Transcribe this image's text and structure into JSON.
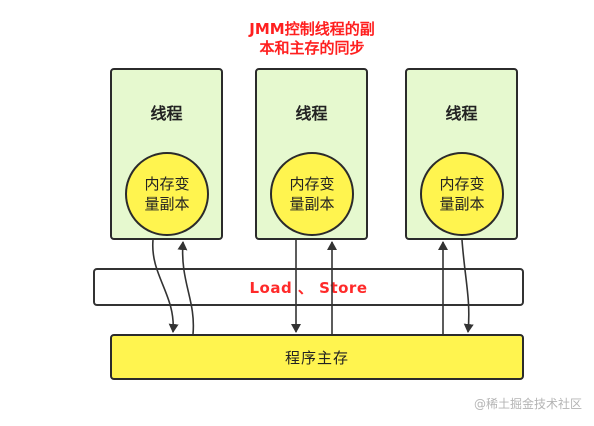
{
  "title_line1": "JMM控制线程的副",
  "title_line2": "本和主存的同步",
  "threads": [
    {
      "label": "线程",
      "copy": "内存变量副本"
    },
    {
      "label": "线程",
      "copy": "内存变量副本"
    },
    {
      "label": "线程",
      "copy": "内存变量副本"
    }
  ],
  "loadstore_label": "Load 、 Store",
  "main_memory_label": "程序主存",
  "watermark": "@稀土掘金技术社区",
  "colors": {
    "title": "#ff1f1f",
    "thread_fill": "#e6f9cf",
    "copy_fill": "#fff44f",
    "main_fill": "#fff44f"
  }
}
